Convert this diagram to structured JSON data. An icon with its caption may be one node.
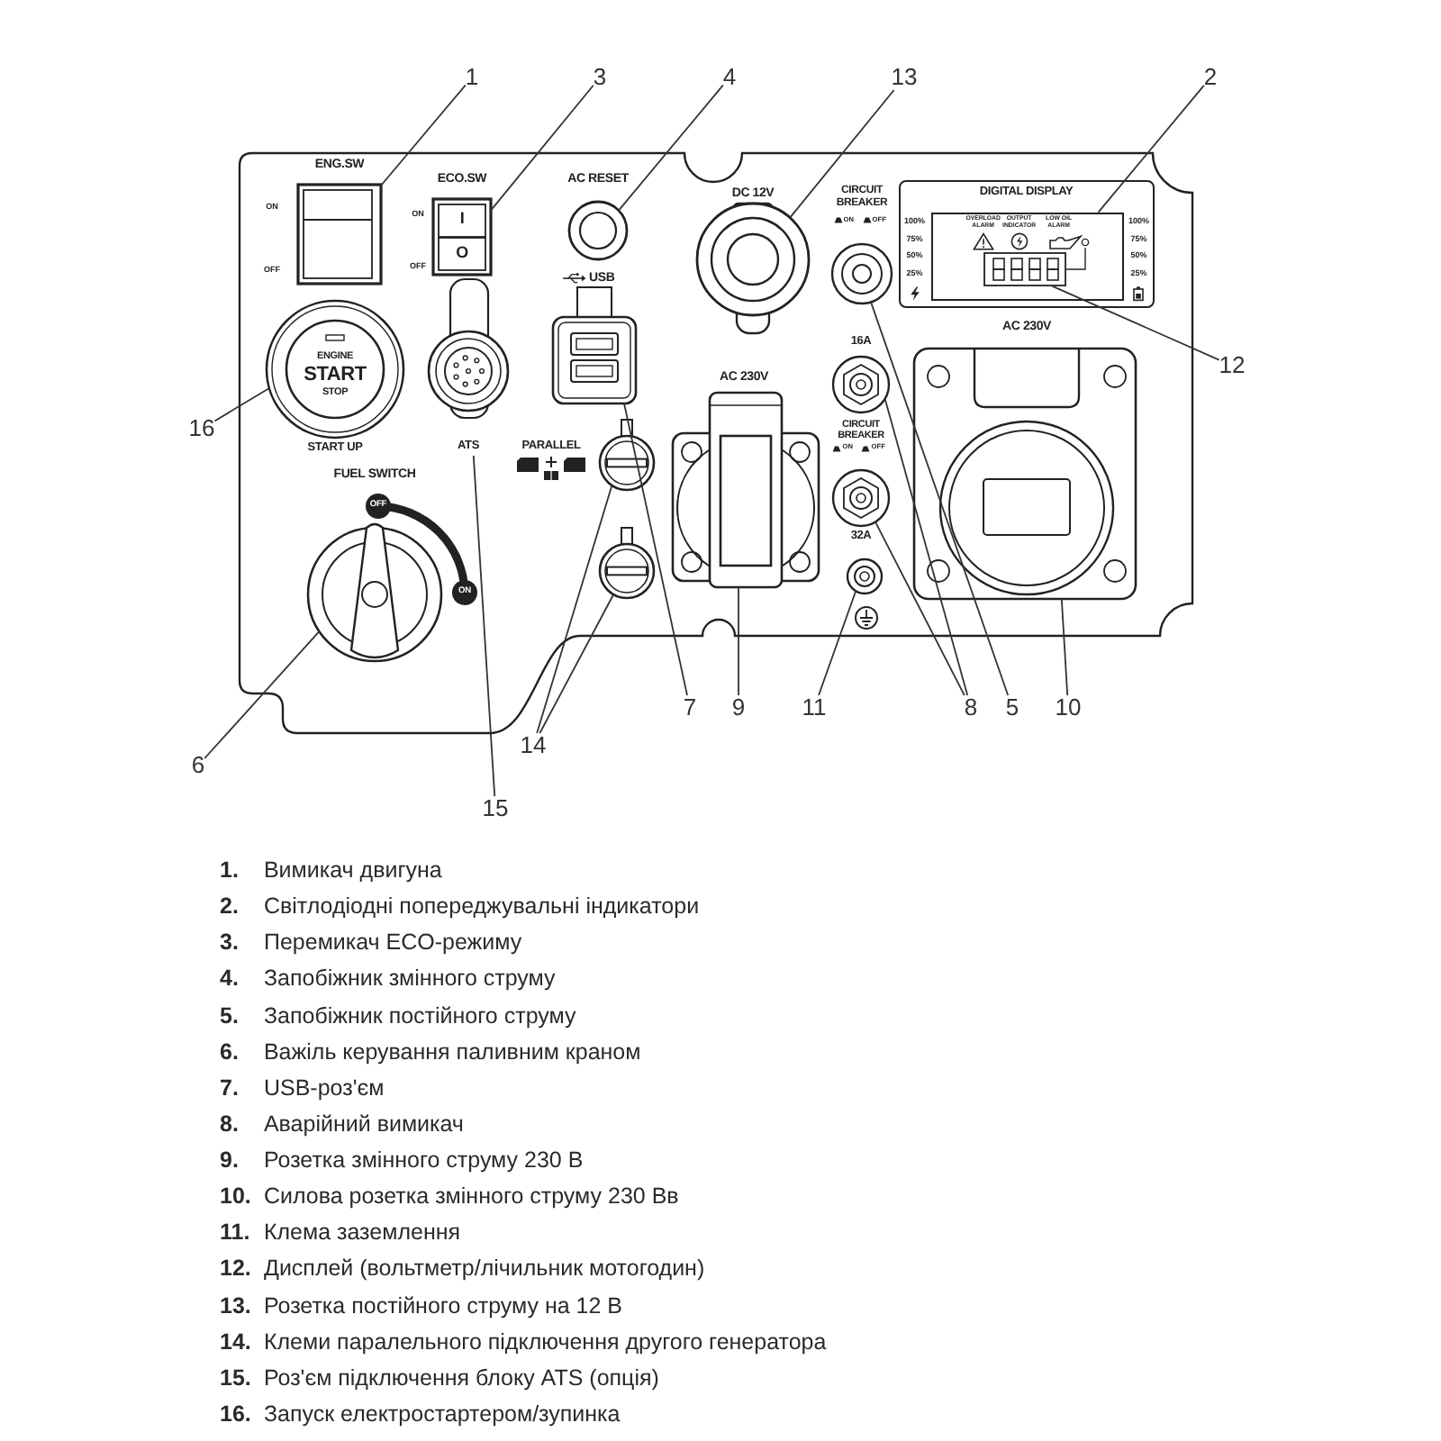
{
  "diagram": {
    "nodes": [
      {
        "text": [
          "1"
        ]
      },
      {
        "text": [
          "3"
        ]
      },
      {
        "text": [
          "4"
        ]
      },
      {
        "text": [
          "13"
        ]
      },
      {
        "text": [
          "2"
        ]
      },
      {
        "text": [
          "16"
        ]
      },
      {
        "text": [
          "12"
        ]
      },
      {
        "text": [
          "6"
        ]
      },
      {
        "text": [
          "14"
        ]
      },
      {
        "text": [
          "7"
        ]
      },
      {
        "text": [
          "9"
        ]
      },
      {
        "text": [
          "11"
        ]
      },
      {
        "text": [
          "8"
        ]
      },
      {
        "text": [
          "5"
        ]
      },
      {
        "text": [
          "10"
        ]
      },
      {
        "text": [
          "15"
        ]
      },
      {
        "text": [
          "ENG.SW",
          "ON",
          "OFF"
        ]
      },
      {
        "text": [
          "ECO.SW",
          "ON",
          "I",
          "O",
          "OFF"
        ]
      },
      {
        "text": [
          "AC RESET"
        ]
      },
      {
        "text": [
          "DC 12V"
        ]
      },
      {
        "text": [
          "CIRCUIT BREAKER",
          "ON",
          "OFF"
        ]
      },
      {
        "text": [
          "DIGITAL DISPLAY",
          "100%",
          "75%",
          "50%",
          "25%",
          "100%",
          "75%",
          "50%",
          "25%"
        ]
      },
      {
        "text": [
          "OVERLOAD ALARM",
          "OUTPUT INDICATOR",
          "LOW OIL ALARM"
        ],
        "in": 21
      },
      {
        "text": [],
        "shape": "box",
        "in": 22
      },
      {
        "text": [
          "ENGINE",
          "START",
          "STOP",
          "START UP"
        ]
      },
      {
        "text": [
          "ATS"
        ]
      },
      {
        "text": [
          "USB"
        ]
      },
      {
        "text": [],
        "shape": "circle"
      },
      {
        "text": [],
        "shape": "circle"
      },
      {
        "text": [
          "FUEL SWITCH",
          "OFF",
          "ON"
        ]
      },
      {
        "text": [
          "AC 230V"
        ]
      },
      {
        "text": [
          "16A"
        ]
      },
      {
        "text": [
          "CIRCUIT BREAKER",
          "ON",
          "OFF",
          "32A"
        ]
      },
      {
        "text": [],
        "shape": "circle"
      },
      {
        "text": [
          "AC 230V"
        ]
      }
    ],
    "edges": [
      {
        "from": 0,
        "to": 16,
        "arrow": "none"
      },
      {
        "from": 1,
        "to": 17,
        "arrow": "none"
      },
      {
        "from": 2,
        "to": 18,
        "arrow": "none"
      },
      {
        "from": 3,
        "to": 19,
        "arrow": "none"
      },
      {
        "from": 4,
        "to": 22,
        "arrow": "none"
      },
      {
        "from": 5,
        "to": 24,
        "arrow": "none"
      },
      {
        "from": 6,
        "to": 23,
        "arrow": "none"
      },
      {
        "from": 7,
        "to": 29,
        "arrow": "none"
      },
      {
        "from": 8,
        "to": 27,
        "arrow": "none"
      },
      {
        "from": 8,
        "to": 28,
        "arrow": "none"
      },
      {
        "from": 9,
        "to": 26,
        "arrow": "none"
      },
      {
        "from": 10,
        "to": 30,
        "arrow": "none"
      },
      {
        "from": 11,
        "to": 33,
        "arrow": "none"
      },
      {
        "from": 12,
        "to": 31,
        "arrow": "none"
      },
      {
        "from": 12,
        "to": 32,
        "arrow": "none"
      },
      {
        "from": 13,
        "to": 20,
        "arrow": "none"
      },
      {
        "from": 14,
        "to": 34,
        "arrow": "none"
      },
      {
        "from": 15,
        "to": 25,
        "arrow": "none"
      }
    ],
    "labels": [
      "PARALLEL",
      "**1.** Вимикач двигуна",
      "**2.** Світлодіодні попереджувальні індикатори",
      "**3.** Перемикач ECO-режиму",
      "**4.** Запобіжник змінного струму",
      "**5.** Запобіжник постійного струму",
      "**6.** Важіль керування паливним краном",
      "**7.** USB-роз'єм",
      "**8.** Аварійний вимикач",
      "**9.** Розетка змінного струму 230 В",
      "**10.** Силова розетка змінного струму 230 Вв",
      "**11.** Клема заземлення",
      "**12.** Дисплей (вольтметр/лічильник мотогодин)",
      "**13.** Розетка постійного струму на 12 В",
      "**14.** Клеми паралельного підключення другого генератора",
      "**15.** Роз'єм підключення блоку ATS (опція)",
      "**16.** Запуск електростартером/зупинка"
    ]
  }
}
